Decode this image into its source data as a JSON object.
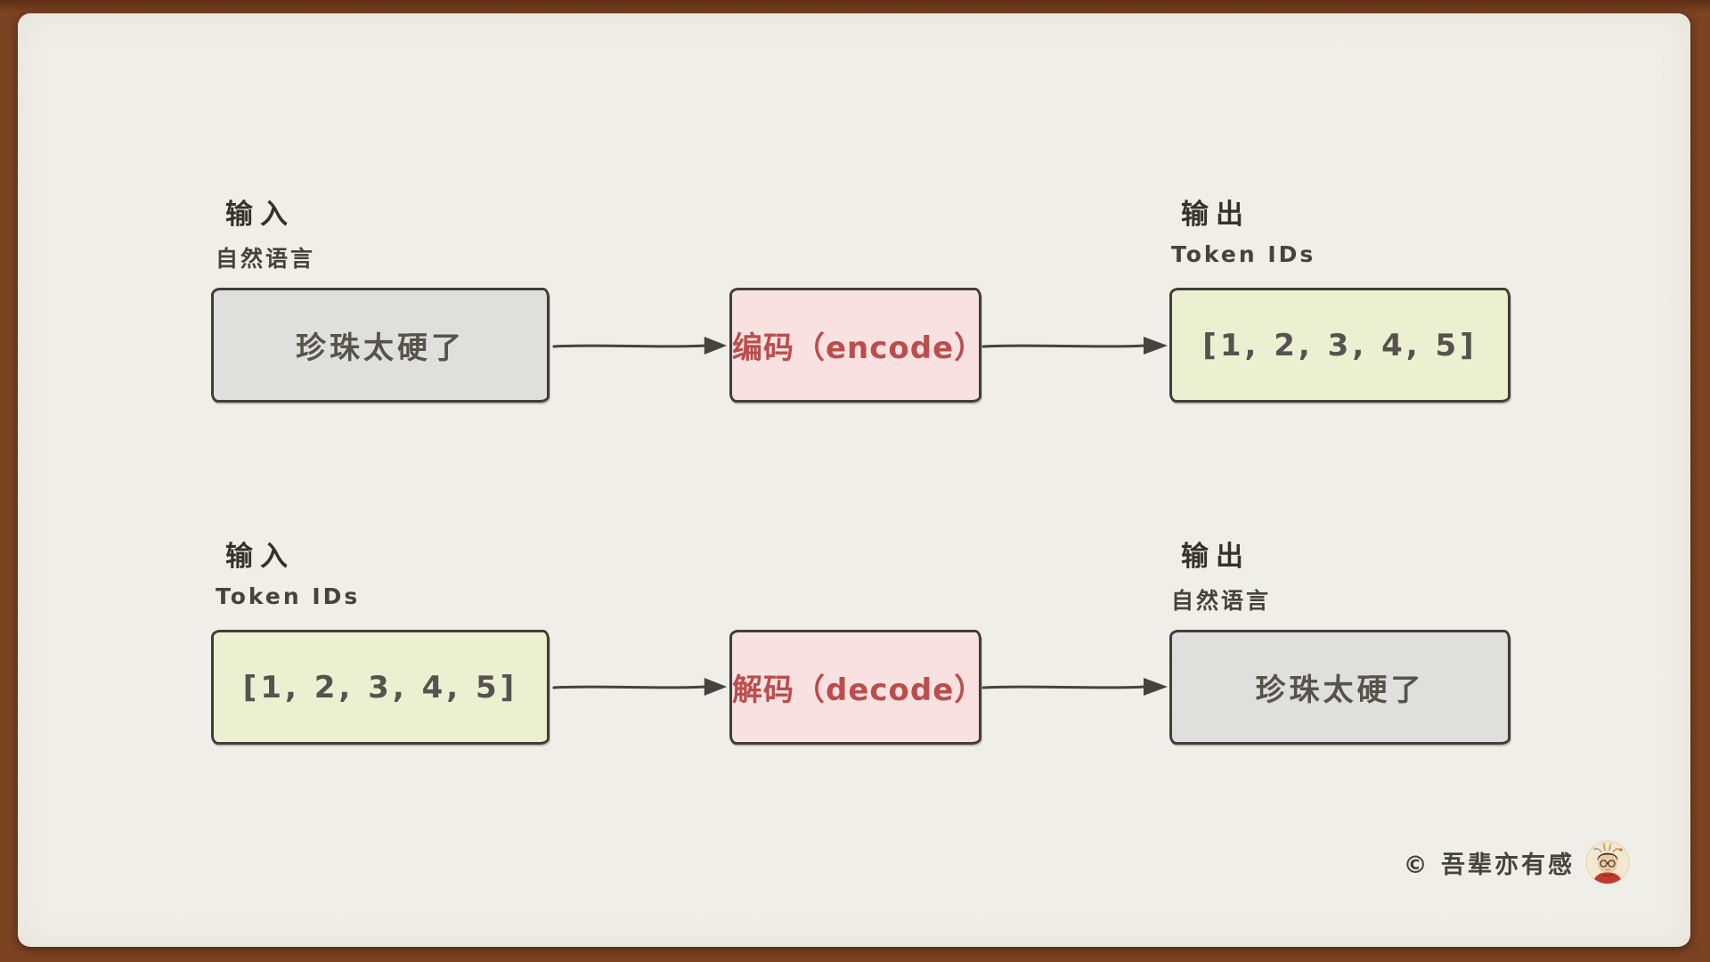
{
  "rows": [
    {
      "input_label": {
        "title": "输入",
        "subtitle": "自然语言"
      },
      "output_label": {
        "title": "输出",
        "subtitle": "Token IDs"
      },
      "source_box": {
        "text": "珍珠太硬了",
        "color": "#dfdfdd"
      },
      "process_box": {
        "text": "编码（encode）",
        "color": "#f9e1e2"
      },
      "result_box": {
        "text": "[1, 2, 3, 4, 5]",
        "color": "#ebf0d1"
      }
    },
    {
      "input_label": {
        "title": "输入",
        "subtitle": "Token IDs"
      },
      "output_label": {
        "title": "输出",
        "subtitle": "自然语言"
      },
      "source_box": {
        "text": "[1, 2, 3, 4, 5]",
        "color": "#ebf0d1"
      },
      "process_box": {
        "text": "解码（decode）",
        "color": "#f9e1e2"
      },
      "result_box": {
        "text": "珍珠太硬了",
        "color": "#dfdfdd"
      }
    }
  ],
  "footer": {
    "copyright": "© 吾辈亦有感",
    "avatar_name": "author-avatar"
  },
  "colors": {
    "frame_brown": "#7b4322",
    "paper": "#f1efe9",
    "box_border": "#403e39",
    "gray_box": "#dfdfdd",
    "green_box": "#ebf0d1",
    "pink_box": "#f9e1e2",
    "accent_red": "#bb4d4a",
    "arrow": "#45433f",
    "text_dark": "#34322e"
  }
}
